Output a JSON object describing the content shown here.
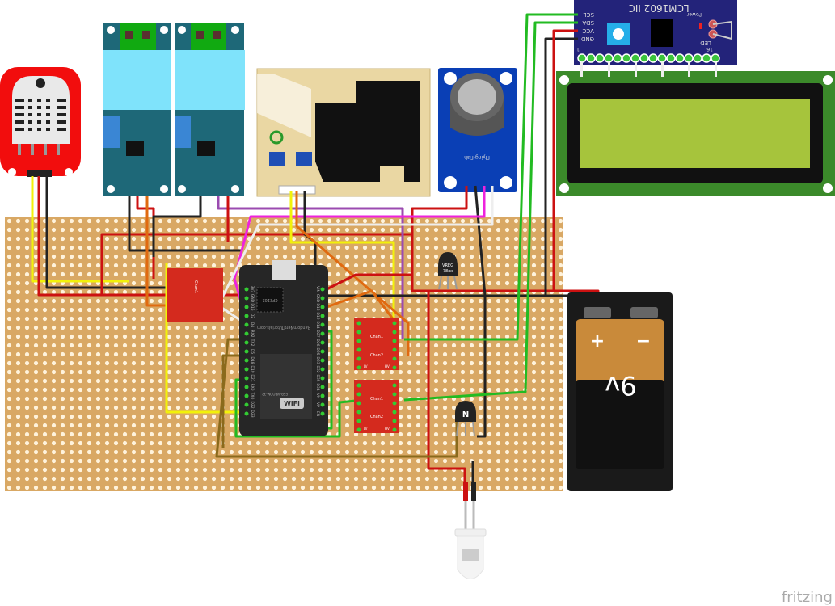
{
  "lcd": {
    "title": "LCM1602 IIC",
    "pins": [
      "SCL",
      "SDA",
      "VCC",
      "GND"
    ],
    "power_label": "Power",
    "led_label": "LED",
    "pin_first": "1",
    "pin_last": "16"
  },
  "esp32": {
    "chip": "CP2102",
    "maker": "RandomNerdTutorials.com",
    "module": "ESP-WROOM-32",
    "wifi": "WiFi",
    "left_pins": [
      "3V3",
      "GND",
      "D15",
      "D2",
      "D4",
      "RX2",
      "TX2",
      "D5",
      "D18",
      "D19",
      "D21",
      "RX0",
      "TX0",
      "D22",
      "D23"
    ],
    "right_pins": [
      "VIN",
      "GND",
      "D13",
      "D12",
      "D14",
      "D27",
      "D26",
      "D25",
      "D33",
      "D32",
      "D35",
      "D34",
      "VN",
      "VP",
      "EN"
    ]
  },
  "mq_sensor": {
    "label": "Flying-Fish"
  },
  "level_shifter": {
    "chan1": "Chan1",
    "chan2": "Chan2",
    "lv": "LV",
    "hv": "HV"
  },
  "regulator": {
    "label1": "VREG",
    "label2": "78xx"
  },
  "transistor": {
    "label": "N"
  },
  "battery": {
    "plus": "+",
    "minus": "−",
    "voltage": "9v"
  },
  "brand": "fritzing",
  "colors": {
    "board": "#d9a864",
    "wire_red": "#cc1111",
    "wire_black": "#222222",
    "wire_green": "#22bb22",
    "wire_yellow": "#f2f20a",
    "wire_orange": "#e06a10",
    "wire_purple": "#9b4bb0",
    "wire_magenta": "#ee22dd",
    "wire_white": "#eeeeee",
    "wire_brown": "#8a6a1c"
  }
}
